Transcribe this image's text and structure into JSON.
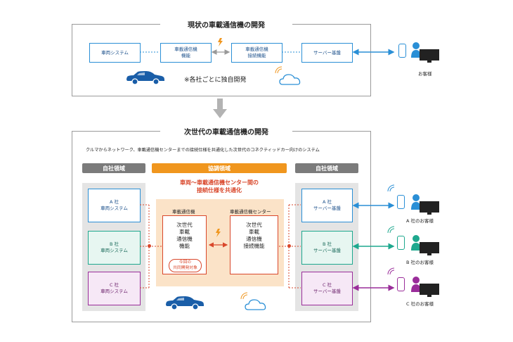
{
  "current": {
    "title": "現状の車載通信機の開発",
    "boxes": {
      "vehicle": "車両システム",
      "device": "車載通信機\n機能",
      "conn": "車載通信機\n接続機能",
      "server": "サーバー基盤"
    },
    "note": "※各社ごとに独自開発",
    "customer": "お客様"
  },
  "next": {
    "title": "次世代の車載通信機の開発",
    "description": "クルマからネットワーク、車載通信機センターまでの接続仕様を共通化した次世代のコネクティッドカー向けのシステム",
    "own_area": "自社領域",
    "coop_area": "協調領域",
    "coop_heading": "車両〜車載通信機センター間の\n接続仕様を共通化",
    "vehicles": [
      {
        "label": "A 社\n車両システム",
        "color": "#2a8fd6"
      },
      {
        "label": "B 社\n車両システム",
        "color": "#1ea88e"
      },
      {
        "label": "C 社\n車両システム",
        "color": "#9a2d9a"
      }
    ],
    "servers": [
      {
        "label": "A 社\nサーバー基盤",
        "color": "#2a8fd6",
        "customer": "A 社のお客様"
      },
      {
        "label": "B 社\nサーバー基盤",
        "color": "#1ea88e",
        "customer": "B 社のお客様"
      },
      {
        "label": "C 社\nサーバー基盤",
        "color": "#9a2d9a",
        "customer": "C 社のお客様"
      }
    ],
    "device_caption": "車載通信機",
    "center_caption": "車載通信機センター",
    "device_box": "次世代\n車載\n通信機\n機能",
    "center_box": "次世代\n車載\n通信機\n接続機能",
    "joint_badge": "今回の\n共同開発対象"
  },
  "colors": {
    "blue": "#2a8fd6",
    "orange": "#f0961e",
    "red": "#d9472b",
    "gray_pill": "#7b7b7b",
    "green": "#1ea88e",
    "purple": "#9a2d9a",
    "dark_blue": "#1a5ea8",
    "coop_bg": "#fbe3c8"
  },
  "icons": [
    "car-icon",
    "cloud-icon",
    "wifi-icon",
    "lightning-icon",
    "phone-icon",
    "monitor-icon",
    "person-icon",
    "down-arrow-icon"
  ]
}
